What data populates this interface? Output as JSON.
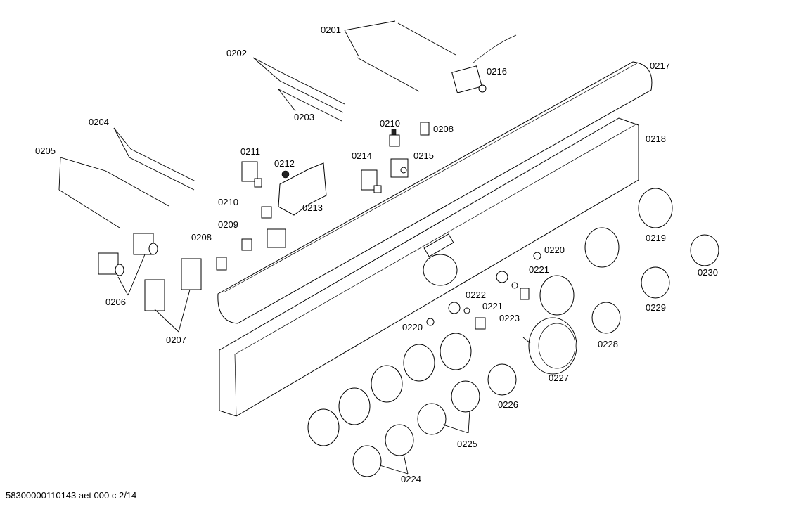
{
  "footer": {
    "code": "58300000110143 aet 000 c 2/14"
  },
  "parts": [
    {
      "id": "p0201",
      "label": "0201"
    },
    {
      "id": "p0202",
      "label": "0202"
    },
    {
      "id": "p0203",
      "label": "0203"
    },
    {
      "id": "p0204",
      "label": "0204"
    },
    {
      "id": "p0205",
      "label": "0205"
    },
    {
      "id": "p0206",
      "label": "0206"
    },
    {
      "id": "p0207",
      "label": "0207"
    },
    {
      "id": "p0208a",
      "label": "0208"
    },
    {
      "id": "p0208b",
      "label": "0208"
    },
    {
      "id": "p0209",
      "label": "0209"
    },
    {
      "id": "p0210a",
      "label": "0210"
    },
    {
      "id": "p0210b",
      "label": "0210"
    },
    {
      "id": "p0211",
      "label": "0211"
    },
    {
      "id": "p0212",
      "label": "0212"
    },
    {
      "id": "p0213",
      "label": "0213"
    },
    {
      "id": "p0214",
      "label": "0214"
    },
    {
      "id": "p0215",
      "label": "0215"
    },
    {
      "id": "p0216",
      "label": "0216"
    },
    {
      "id": "p0217",
      "label": "0217"
    },
    {
      "id": "p0218",
      "label": "0218"
    },
    {
      "id": "p0219",
      "label": "0219"
    },
    {
      "id": "p0220a",
      "label": "0220"
    },
    {
      "id": "p0220b",
      "label": "0220"
    },
    {
      "id": "p0221a",
      "label": "0221"
    },
    {
      "id": "p0221b",
      "label": "0221"
    },
    {
      "id": "p0222",
      "label": "0222"
    },
    {
      "id": "p0223",
      "label": "0223"
    },
    {
      "id": "p0224",
      "label": "0224"
    },
    {
      "id": "p0225",
      "label": "0225"
    },
    {
      "id": "p0226",
      "label": "0226"
    },
    {
      "id": "p0227",
      "label": "0227"
    },
    {
      "id": "p0228",
      "label": "0228"
    },
    {
      "id": "p0229",
      "label": "0229"
    },
    {
      "id": "p0230",
      "label": "0230"
    }
  ]
}
